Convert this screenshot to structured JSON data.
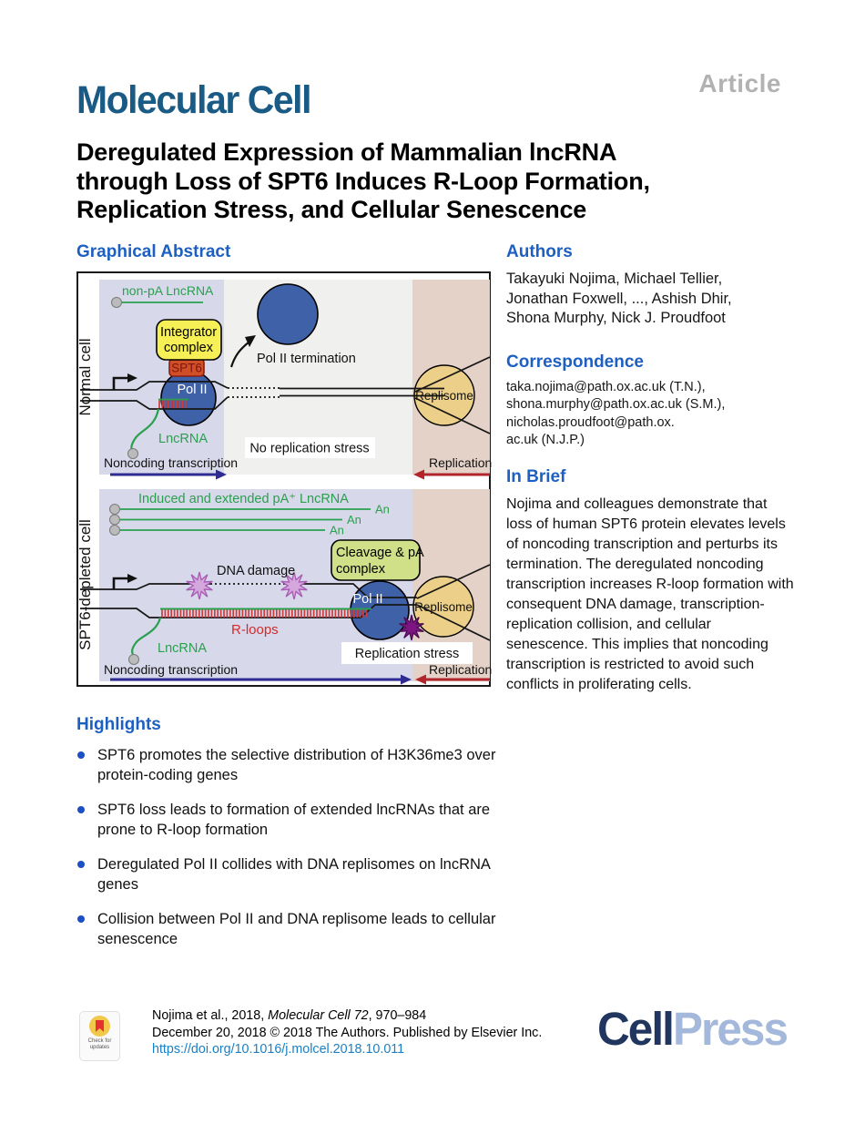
{
  "masthead": {
    "journal": "Molecular Cell",
    "article_type": "Article"
  },
  "title": {
    "line1": "Deregulated Expression of Mammalian lncRNA",
    "line2": "through Loss of SPT6 Induces R-Loop Formation,",
    "line3": "Replication Stress, and Cellular Senescence"
  },
  "left": {
    "graphical_abstract_heading": "Graphical Abstract",
    "highlights_heading": "Highlights",
    "highlights": [
      "SPT6 promotes the selective distribution of H3K36me3 over protein-coding genes",
      "SPT6 loss leads to formation of extended lncRNAs that are prone to R-loop formation",
      "Deregulated Pol II collides with DNA replisomes on lncRNA genes",
      "Collision between Pol II and DNA replisome leads to cellular senescence"
    ]
  },
  "right": {
    "authors_heading": "Authors",
    "authors_lines": [
      "Takayuki Nojima, Michael Tellier,",
      "Jonathan Foxwell, ..., Ashish Dhir,",
      "Shona Murphy, Nick J. Proudfoot"
    ],
    "correspondence_heading": "Correspondence",
    "correspondence_lines": [
      "taka.nojima@path.ox.ac.uk (T.N.),",
      "shona.murphy@path.ox.ac.uk (S.M.),",
      "nicholas.proudfoot@path.ox.",
      "ac.uk (N.J.P.)"
    ],
    "in_brief_heading": "In Brief",
    "in_brief_text": "Nojima and colleagues demonstrate that loss of human SPT6 protein elevates levels of noncoding transcription and perturbs its termination. The deregulated noncoding transcription increases R-loop formation with consequent DNA damage, transcription-replication collision, and cellular senescence. This implies that noncoding transcription is restricted to avoid such conflicts in proliferating cells."
  },
  "figure": {
    "normal_cell": "Normal cell",
    "depleted_cell": "SPT6-depleted cell",
    "non_pa_lncrna": "non-pA LncRNA",
    "integrator_line1": "Integrator",
    "integrator_line2": "complex",
    "spt6": "SPT6",
    "pol2": "Pol II",
    "pol2_termination": "Pol II termination",
    "replisome": "Replisome",
    "lncrna": "LncRNA",
    "no_replication_stress": "No replication stress",
    "noncoding_transcription": "Noncoding transcription",
    "replication": "Replication",
    "induced_lncrna": "Induced and extended pA⁺ LncRNA",
    "an": "An",
    "dna_damage": "DNA damage",
    "cleavage_line1": "Cleavage & pA",
    "cleavage_line2": "complex",
    "r_loops": "R-loops",
    "replication_stress": "Replication stress"
  },
  "footer": {
    "citation_pre": "Nojima et al., 2018, ",
    "citation_italic": "Molecular Cell 72",
    "citation_post": ", 970–984",
    "line2": "December 20, 2018 © 2018 The Authors. Published by Elsevier Inc.",
    "doi": "https://doi.org/10.1016/j.molcel.2018.10.011",
    "badge_label": "Check for updates",
    "logo_cell": "Cell",
    "logo_press": "Press"
  },
  "colors": {
    "heading_blue": "#1d60c2",
    "link_blue": "#1b7fc4",
    "journal_blue": "#1a5b86",
    "article_gray": "#b2b2b2",
    "figure_lavender": "#d8d8eb",
    "figure_gray": "#f0f0ee",
    "figure_tan": "#e4d2c8",
    "pol2_blue": "#3f61a8",
    "integrator_yellow": "#f6ef55",
    "spt6_orange": "#d04f27",
    "cleavage_green": "#cfe089",
    "replisome_tan": "#ecd089",
    "rna_green": "#2aa04e",
    "rloop_red": "#d03030",
    "navy_arrow": "#2e2b92",
    "red_arrow": "#b2252b",
    "star_pink": "#d4a8dc",
    "star_purple": "#7d1582",
    "cellpress_navy": "#21365f",
    "cellpress_light": "#a3b8da"
  }
}
